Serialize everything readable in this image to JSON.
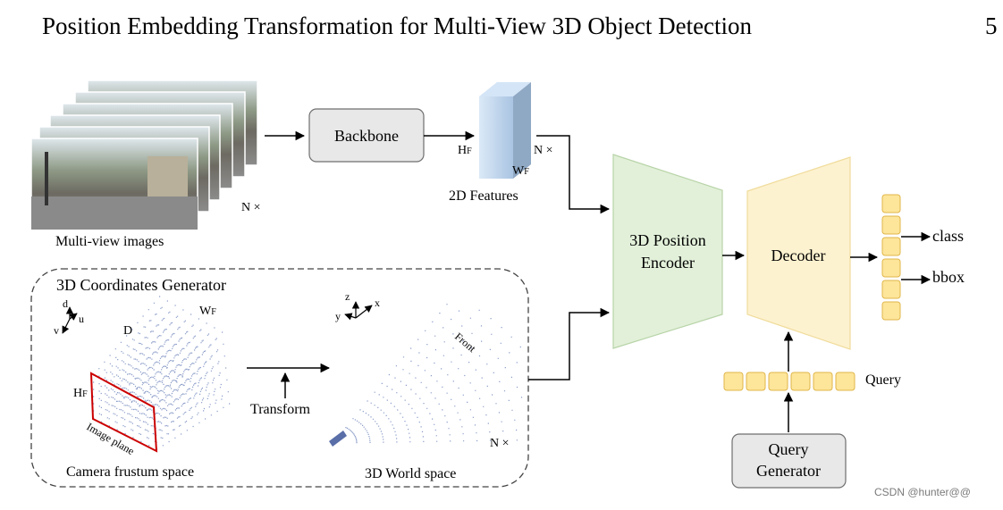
{
  "header": {
    "title": "Position Embedding Transformation for Multi-View 3D Object Detection",
    "page_number": "5"
  },
  "figure": {
    "multiview": {
      "caption": "Multi-view images",
      "n_label": "N ×"
    },
    "backbone": {
      "label": "Backbone"
    },
    "features": {
      "caption": "2D Features",
      "h_label": "H",
      "h_sub": "F",
      "w_label": "W",
      "w_sub": "F",
      "n_label": "N ×"
    },
    "generator": {
      "title": "3D Coordinates Generator",
      "axes_camera": {
        "d": "d",
        "u": "u",
        "v": "v"
      },
      "d_label": "D",
      "w_label": "W",
      "w_sub": "F",
      "h_label": "H",
      "h_sub": "F",
      "image_plane": "Image plane",
      "camera_caption": "Camera frustum space",
      "transform": "Transform",
      "axes_world": {
        "z": "z",
        "x": "x",
        "y": "y"
      },
      "front": "Front",
      "n_label": "N ×",
      "world_caption": "3D World space"
    },
    "encoder": {
      "line1": "3D Position",
      "line2": "Encoder"
    },
    "decoder": {
      "label": "Decoder"
    },
    "outputs": {
      "class": "class",
      "bbox": "bbox"
    },
    "query": {
      "label": "Query",
      "generator_line1": "Query",
      "generator_line2": "Generator"
    }
  },
  "watermark": "CSDN @hunter@@",
  "colors": {
    "encoder_fill": "#e2f0d9",
    "decoder_fill": "#fdf2cf",
    "token_fill": "#fde59a",
    "token_stroke": "#e0b64a",
    "feature_front": "#bcd4ee",
    "feature_side": "#8fa8c4",
    "image_plane": "#cc0000",
    "points": "#8a9cc8"
  }
}
